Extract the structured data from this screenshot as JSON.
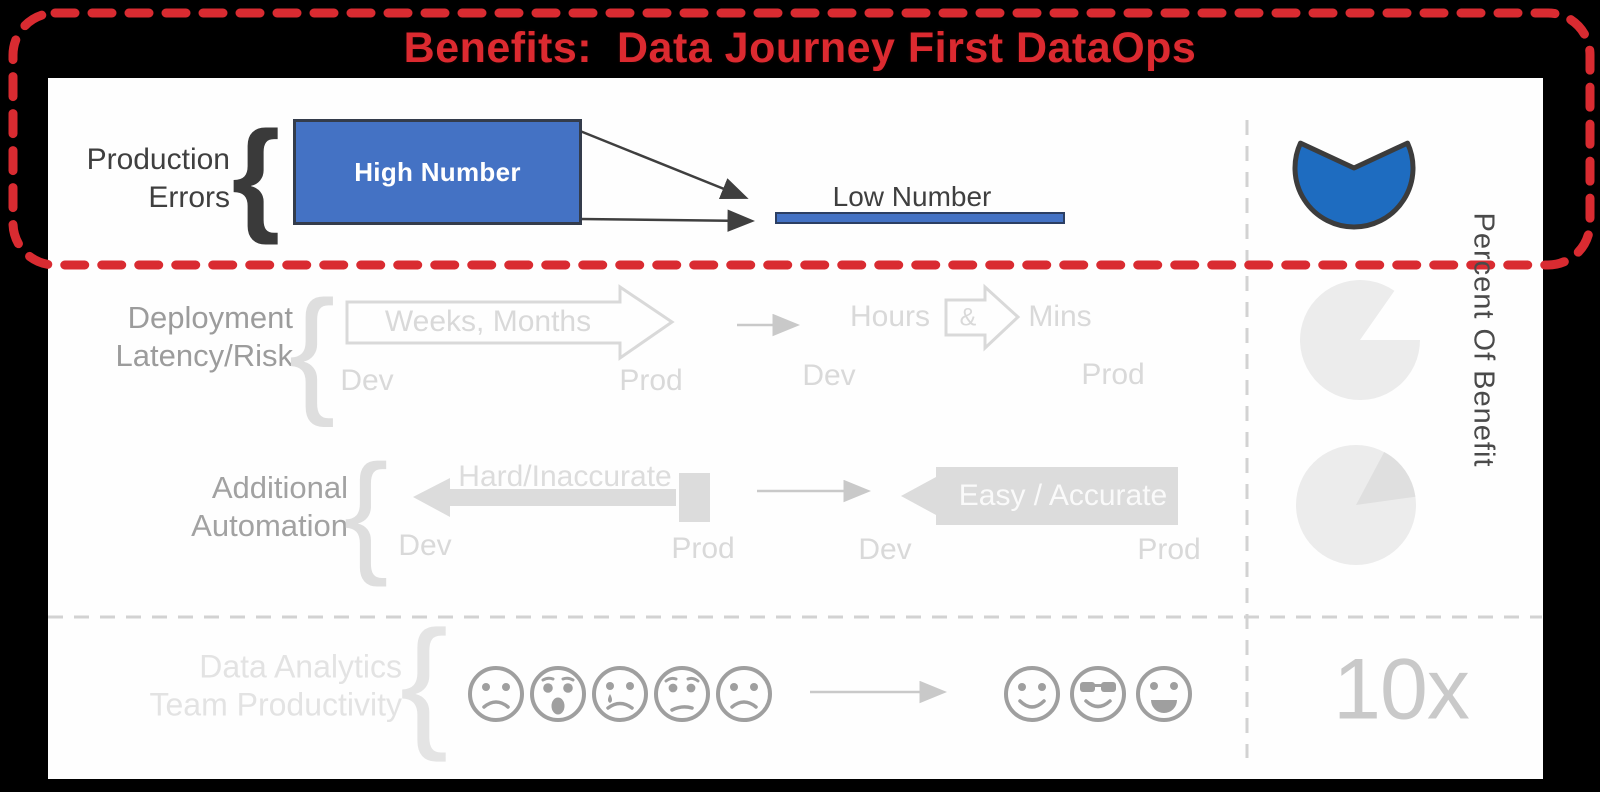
{
  "title": "Benefits:  Data Journey First DataOps",
  "right_column": {
    "label": "Percent Of Benefit",
    "multiplier": "10x"
  },
  "rows": {
    "production_errors": {
      "label1": "Production",
      "label2": "Errors",
      "high": "High Number",
      "low": "Low Number"
    },
    "deployment": {
      "label1": "Deployment",
      "label2": "Latency/Risk",
      "arrow_text": "Weeks, Months",
      "dev_left": "Dev",
      "prod_left": "Prod",
      "hours": "Hours",
      "amp": "&",
      "mins": "Mins",
      "dev_right": "Dev",
      "prod_right": "Prod"
    },
    "automation": {
      "label1": "Additional",
      "label2": "Automation",
      "arrow_text": "Hard/Inaccurate",
      "dev_left": "Dev",
      "prod_left": "Prod",
      "after_text": "Easy / Accurate",
      "dev_right": "Dev",
      "prod_right": "Prod"
    },
    "productivity": {
      "label1": "Data Analytics",
      "label2": "Team Productivity"
    }
  },
  "braces": {
    "b1": "{",
    "b2": "{",
    "b3": "{",
    "b4": "{"
  },
  "emojis": {
    "sad": [
      "frown",
      "shocked",
      "crying",
      "worried",
      "frown"
    ],
    "happy": [
      "smile",
      "cool",
      "grin"
    ]
  },
  "chart_data": [
    {
      "type": "pie",
      "row": "Production Errors",
      "filled_pct": 64,
      "color": "#1E6CC0",
      "outline": "#3C3C3C",
      "missing_wedge": "top",
      "highlighted": true
    },
    {
      "type": "pie",
      "row": "Deployment Latency/Risk",
      "filled_pct": 85,
      "color": "#ECECEC",
      "missing_wedge": "upper-right",
      "highlighted": false
    },
    {
      "type": "pie",
      "row": "Additional Automation",
      "filled_pct": 100,
      "darker_wedge_pct": 15,
      "color": "#ECECEC",
      "wedge_color": "#DFDFDF",
      "highlighted": false
    }
  ],
  "colors": {
    "accent_red": "#D92B31",
    "box_blue": "#4472C4",
    "pie_blue": "#1E6CC0",
    "dark_text": "#3F3F3F",
    "faded_gray": "#D9D9D9"
  }
}
